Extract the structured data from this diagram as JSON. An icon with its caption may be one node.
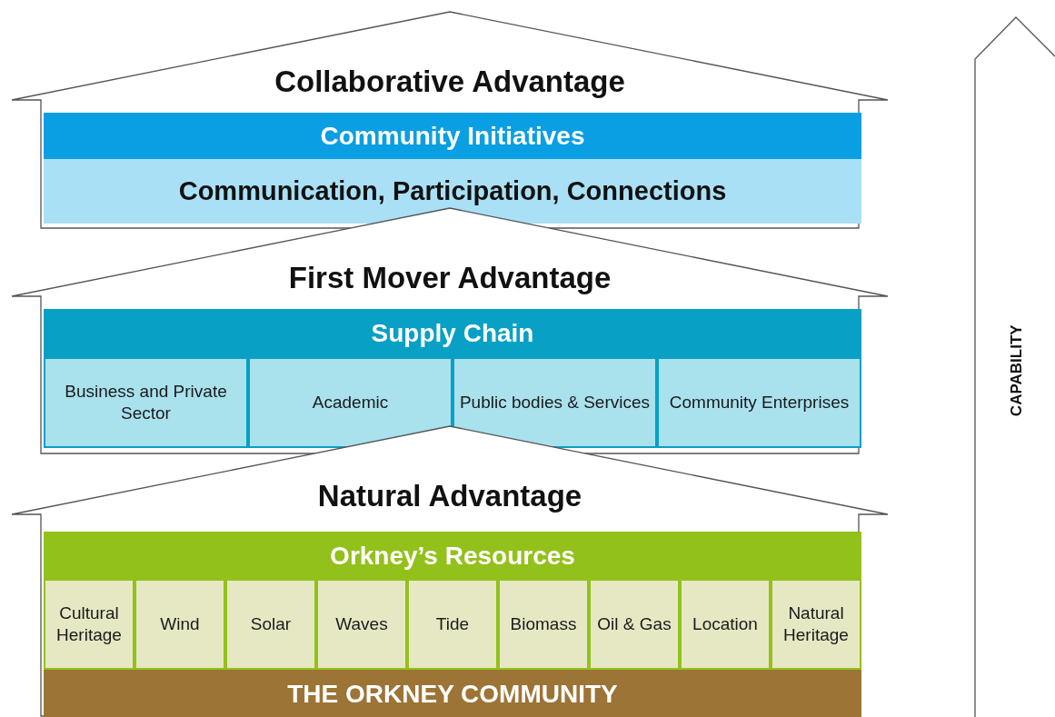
{
  "diagram": {
    "nodes": [
      {
        "text": [
          "Collaborative Advantage"
        ]
      },
      {
        "text": [
          "Community Initiatives"
        ],
        "in": 0
      },
      {
        "text": [
          "Communication, Participation, Connections"
        ],
        "in": 0
      },
      {
        "text": [
          "First Mover Advantage"
        ]
      },
      {
        "text": [
          "Supply Chain"
        ],
        "in": 3
      },
      {
        "text": [
          "Business and Private Sector"
        ],
        "in": 3
      },
      {
        "text": [
          "Academic"
        ],
        "in": 3
      },
      {
        "text": [
          "Public bodies & Services"
        ],
        "in": 3
      },
      {
        "text": [
          "Community Enterprises"
        ],
        "in": 3
      },
      {
        "text": [
          "Natural Advantage"
        ]
      },
      {
        "text": [
          "Orkney’s Resources"
        ],
        "in": 9
      },
      {
        "text": [
          "Cultural Heritage"
        ],
        "in": 9
      },
      {
        "text": [
          "Wind"
        ],
        "in": 9
      },
      {
        "text": [
          "Solar"
        ],
        "in": 9
      },
      {
        "text": [
          "Waves"
        ],
        "in": 9
      },
      {
        "text": [
          "Tide"
        ],
        "in": 9
      },
      {
        "text": [
          "Biomass"
        ],
        "in": 9
      },
      {
        "text": [
          "Oil & Gas"
        ],
        "in": 9
      },
      {
        "text": [
          "Location"
        ],
        "in": 9
      },
      {
        "text": [
          "Natural Heritage"
        ],
        "in": 9
      },
      {
        "text": [
          "THE ORKNEY COMMUNITY"
        ],
        "in": 9
      },
      {
        "text": [
          "CAPABILITY"
        ]
      }
    ]
  }
}
